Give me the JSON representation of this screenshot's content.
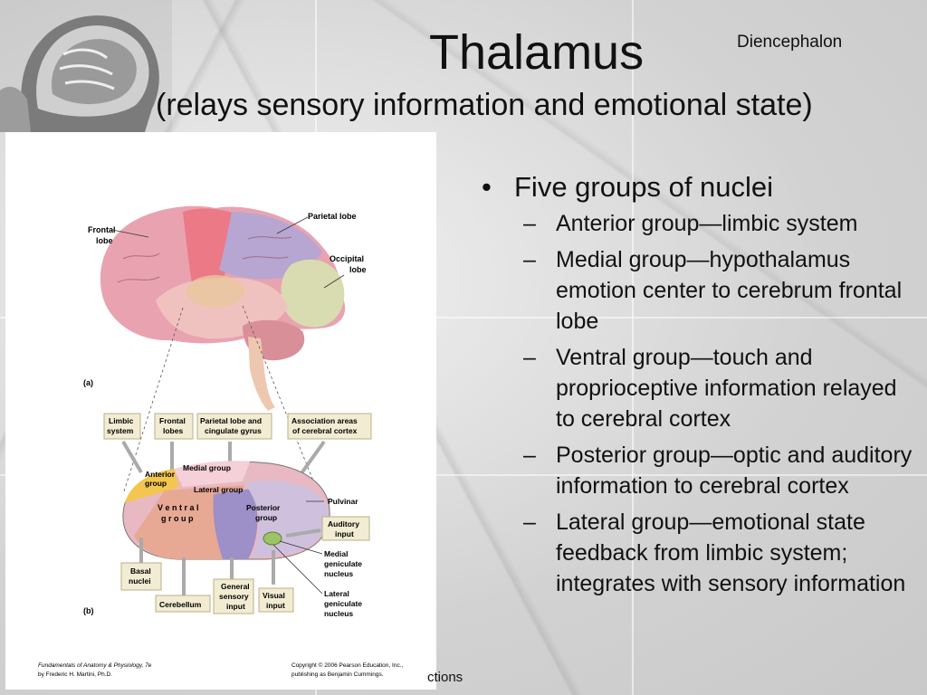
{
  "slide": {
    "title": "Thalamus",
    "subtitle": "(relays sensory information and emotional state)",
    "corner_label": "Diencephalon",
    "bullet": "Five groups of nuclei",
    "sub_bullets": [
      "Anterior group—limbic system",
      "Medial group—hypothalamus emotion center to cerebrum frontal lobe",
      "Ventral group—touch and proprioceptive information relayed to cerebral cortex",
      "Posterior group—optic and auditory information to cerebral cortex",
      "Lateral group—emotional state feedback from limbic system; integrates with sensory information"
    ],
    "footer_fragment": "ctions"
  },
  "figure": {
    "panel_a": "(a)",
    "panel_b": "(b)",
    "labels_a": {
      "frontal": "Frontal",
      "lobe": "lobe",
      "parietal": "Parietal lobe",
      "occipital": "Occipital",
      "occipital_lobe": "lobe"
    },
    "top_boxes": {
      "limbic1": "Limbic",
      "limbic2": "system",
      "frontal1": "Frontal",
      "frontal2": "lobes",
      "parietal1": "Parietal lobe and",
      "parietal2": "cingulate gyrus",
      "assoc1": "Association areas",
      "assoc2": "of cerebral cortex"
    },
    "nuclei": {
      "medial": "Medial group",
      "anterior1": "Anterior",
      "anterior2": "group",
      "lateral": "Lateral group",
      "ventral1": "V e n t r a l",
      "ventral2": "g r o u p",
      "posterior1": "Posterior",
      "posterior2": "group"
    },
    "right_labels": {
      "pulvinar": "Pulvinar",
      "auditory1": "Auditory",
      "auditory2": "input",
      "medgen1": "Medial",
      "medgen2": "geniculate",
      "medgen3": "nucleus",
      "latgen1": "Lateral",
      "latgen2": "geniculate",
      "latgen3": "nucleus"
    },
    "bottom_boxes": {
      "basal1": "Basal",
      "basal2": "nuclei",
      "cerebellum": "Cerebellum",
      "general1": "General",
      "general2": "sensory",
      "general3": "input",
      "visual1": "Visual",
      "visual2": "input"
    },
    "credit_left1": "Fundamentals of Anatomy & Physiology, 7e",
    "credit_left2": "by Frederic H. Martini, Ph.D.",
    "credit_right1": "Copyright © 2006 Pearson Education, Inc.,",
    "credit_right2": "publishing as Benjamin Cummings."
  },
  "colors": {
    "frontal": "#e9a3b0",
    "precentral": "#ec7a86",
    "parietal": "#b7a6d1",
    "occipital": "#d9dcb0",
    "temporal": "#f0c2bf",
    "cerebellum": "#d98f97",
    "thalamus_base": "#e8b9c2",
    "anterior": "#f3c64f",
    "ventral": "#e7a894",
    "posterior": "#9d8fc7",
    "geniculate": "#9cc465",
    "box_fill": "#f1ecd2"
  }
}
